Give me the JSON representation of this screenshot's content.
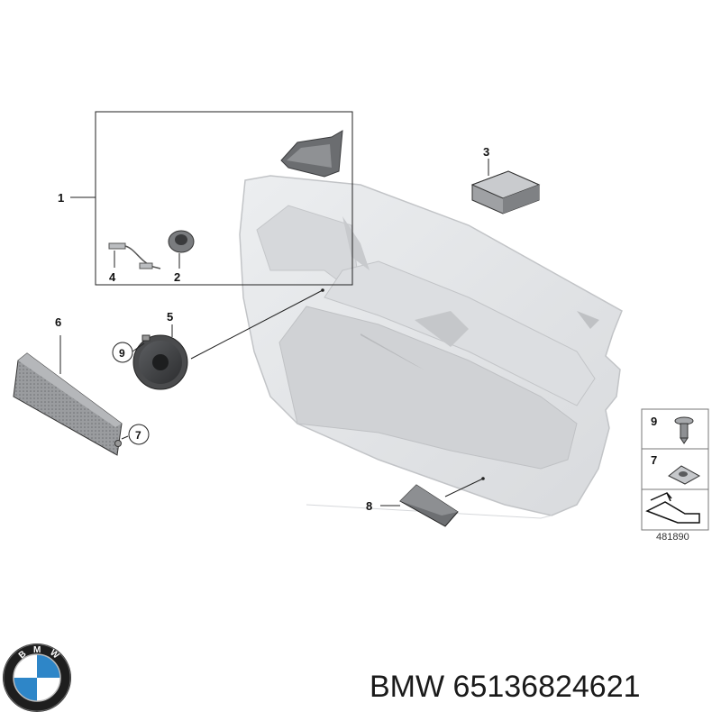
{
  "callouts": {
    "c1": "1",
    "c2": "2",
    "c3": "3",
    "c4": "4",
    "c5": "5",
    "c6": "6",
    "c7": "7",
    "c8": "8",
    "c9": "9"
  },
  "legend": {
    "item_a": "9",
    "item_b": "7"
  },
  "reference_number": "481890",
  "brand": {
    "text": "BMW 65136824621",
    "logo_letters": "BMW"
  },
  "colors": {
    "panel_fill": "#e4e5e7",
    "panel_shade": "#cfd1d4",
    "part_dark": "#8a8c8f",
    "logo_blue": "#2e86c8"
  }
}
